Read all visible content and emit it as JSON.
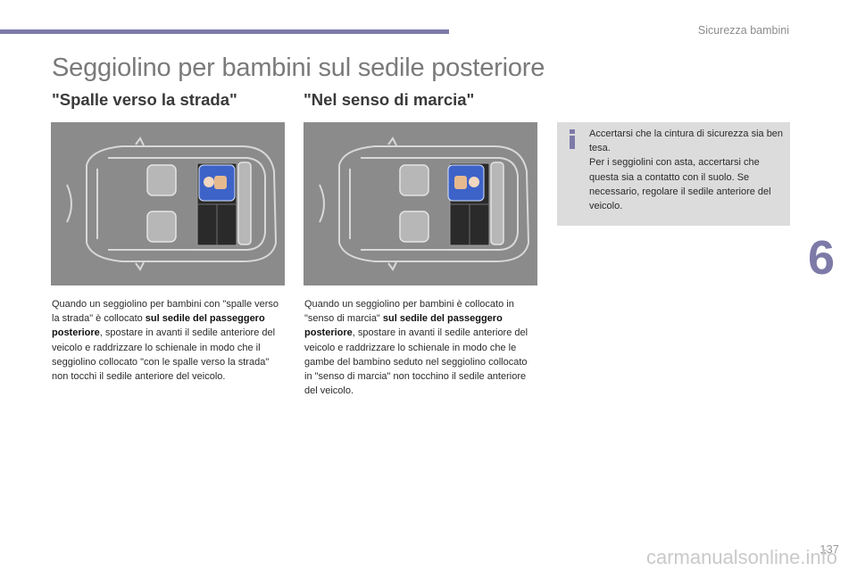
{
  "header": {
    "section_title": "Sicurezza bambini",
    "accent_color": "#7d7aa8"
  },
  "page_title": "Seggiolino per bambini sul sedile posteriore",
  "left": {
    "heading": "\"Spalle verso la strada\"",
    "para_1": "Quando un seggiolino per bambini con \"spalle verso la strada\" è collocato ",
    "para_bold_1": "sul sedile del passeggero posteriore",
    "para_2": ", spostare in avanti il sedile anteriore del veicolo e raddrizzare lo schienale in modo che il seggiolino collocato \"con le spalle verso la strada\" non tocchi il sedile anteriore del veicolo."
  },
  "right": {
    "heading": "\"Nel senso di marcia\"",
    "para_1": "Quando un seggiolino per bambini è collocato in \"senso di marcia\" ",
    "para_bold_1": "sul sedile del passeggero posteriore",
    "para_2": ", spostare in avanti il sedile anteriore del veicolo e raddrizzare lo schienale in modo che le gambe del bambino seduto nel seggiolino collocato in \"senso di marcia\" non tocchino il sedile anteriore del veicolo."
  },
  "info": {
    "icon": "info-icon",
    "line_1": "Accertarsi che la cintura di sicurezza sia ben tesa.",
    "line_2": "Per i seggiolini con asta, accertarsi che questa sia a contatto con il suolo. Se necessario, regolare il sedile anteriore del veicolo."
  },
  "chapter_number": "6",
  "page_number": "137",
  "watermark": "carmanualsonline.info"
}
